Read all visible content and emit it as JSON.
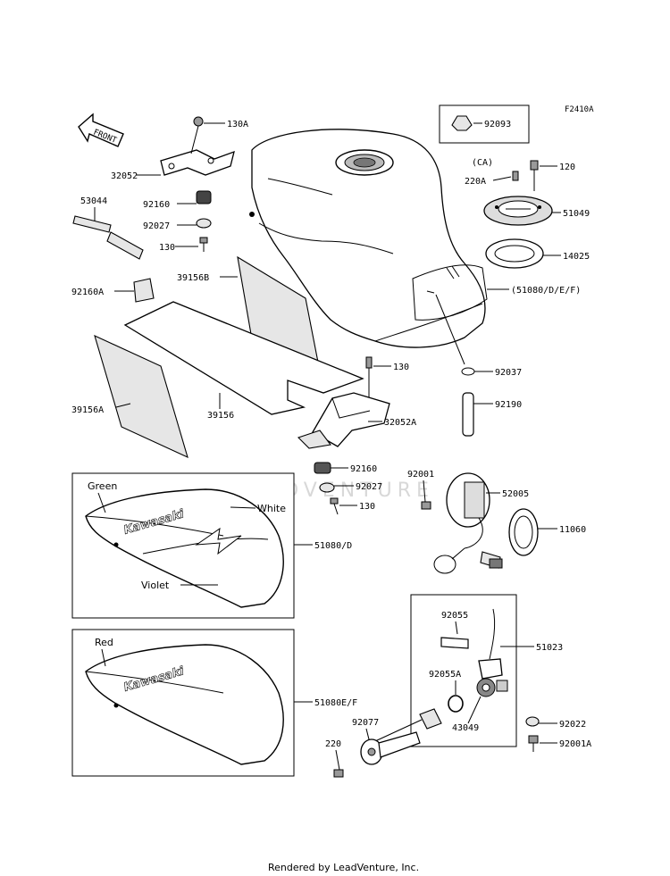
{
  "diagram": {
    "id": "F2410A",
    "front_label": "FRONT",
    "watermark": "LEADVENTURE",
    "footer": "Rendered by LeadVenture, Inc.",
    "brand_text": "Kawasaki",
    "parts": {
      "p130A_top": "130A",
      "p32052": "32052",
      "p53044": "53044",
      "p92160_top": "92160",
      "p92027_top": "92027",
      "p130_left": "130",
      "p92160A": "92160A",
      "p39156B": "39156B",
      "p39156A": "39156A",
      "p39156": "39156",
      "p92093": "92093",
      "pCA": "(CA)",
      "p220A": "220A",
      "p120": "120",
      "p51049": "51049",
      "p14025": "14025",
      "p51080DEF": "(51080/D/E/F)",
      "p92037": "92037",
      "p92190": "92190",
      "p130_mid": "130",
      "p32052A": "32052A",
      "p92160_mid": "92160",
      "p92027_mid": "92027",
      "p130_low": "130",
      "p92001": "92001",
      "p52005": "52005",
      "p11060": "11060",
      "p51080D": "51080/D",
      "p51080EF": "51080E/F",
      "p92055": "92055",
      "p51023": "51023",
      "p92055A": "92055A",
      "p43049": "43049",
      "p92022": "92022",
      "p92077": "92077",
      "p220": "220",
      "p92001A": "92001A"
    },
    "colors": {
      "green": "Green",
      "white": "White",
      "violet": "Violet",
      "red": "Red"
    }
  }
}
